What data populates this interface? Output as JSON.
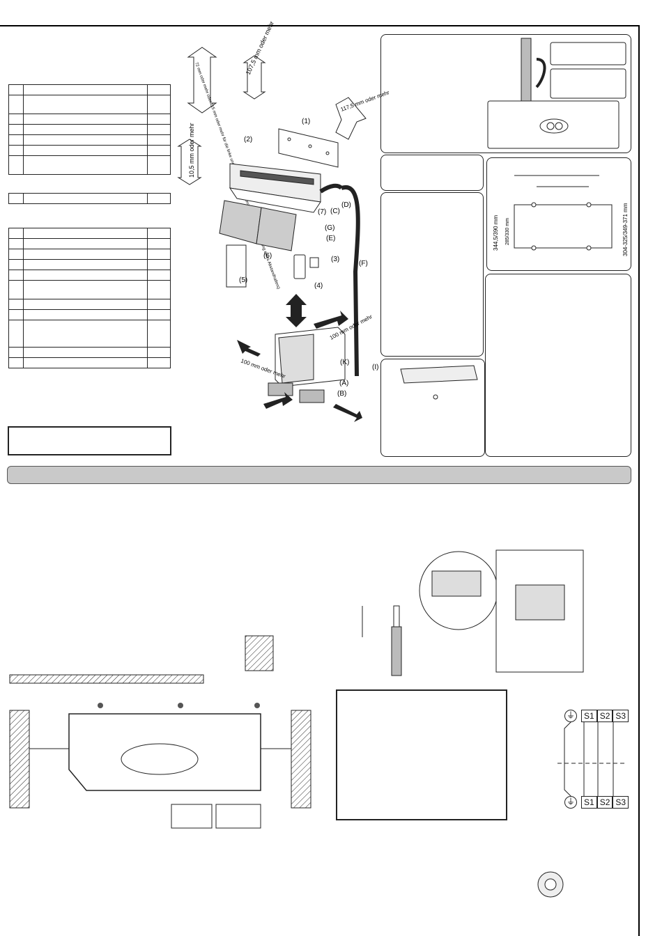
{
  "dimensions": {
    "top_clearance": "107,5 mm oder mehr",
    "right_clearance": "117,5 mm oder mehr",
    "left_clearance": "10,5 mm oder mehr",
    "side_note": "72 mm oder mehr oder 115 mm oder mehr für die linke und linke rückwärtige Verrohrung (unter Verwendung eines Abstandhalters)",
    "outdoor_back": "100 mm oder mehr",
    "outdoor_left": "100 mm oder mehr",
    "height_range": "344,5/390 mm",
    "inner_height": "285/330 mm",
    "right_range": "304-325/349-371 mm"
  },
  "callouts": [
    "(1)",
    "(2)",
    "(3)",
    "(4)",
    "(5)",
    "(6)",
    "(7)",
    "(A)",
    "(B)",
    "(C)",
    "(D)",
    "(E)",
    "(F)",
    "(G)",
    "(I)",
    "(K)"
  ],
  "terminals": {
    "top_labels": [
      "S1",
      "S2",
      "S3"
    ],
    "bottom_labels": [
      "S1",
      "S2",
      "S3"
    ]
  }
}
